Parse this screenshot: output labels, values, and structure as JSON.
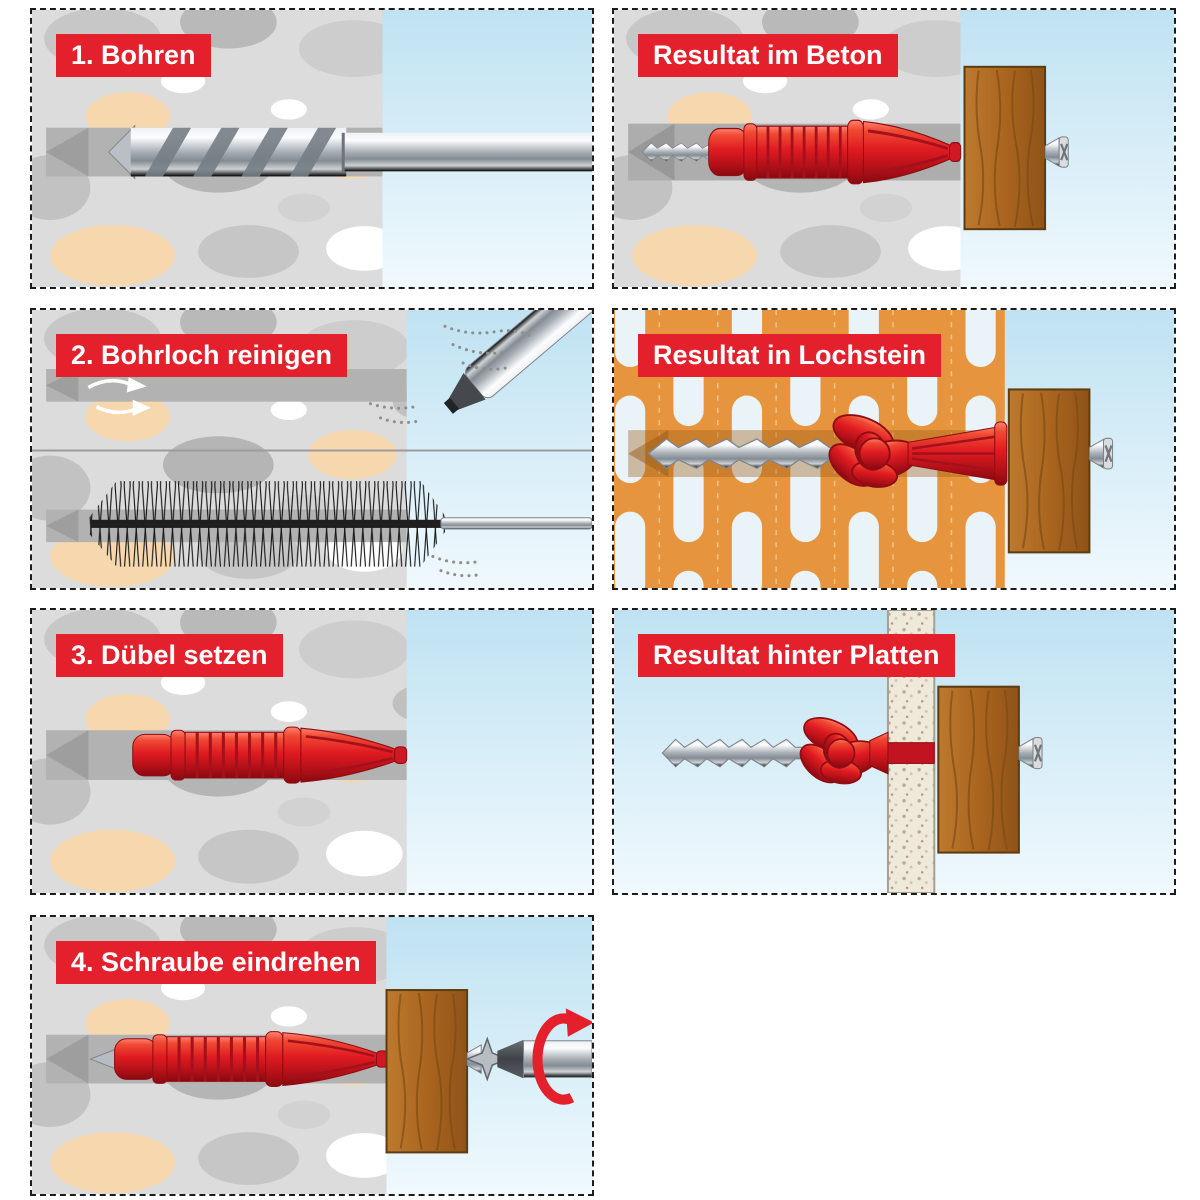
{
  "colors": {
    "label_background": "#e4202c",
    "label_text": "#ffffff",
    "anchor_red": "#e01b22",
    "concrete_gray": "#dcdcdc",
    "stone_beige": "#f6d7ae",
    "background_blue": "#bfe2f2",
    "hollow_brick_orange": "#e6953e",
    "wood_brown": "#aa651f",
    "metal_gray": "#a7aeb4"
  },
  "panels": [
    {
      "id": "step-1",
      "label": "1. Bohren",
      "objects": [
        "concrete-wall",
        "drill-hole",
        "drill-bit-icon"
      ]
    },
    {
      "id": "step-2",
      "label": "2. Bohrloch reinigen",
      "objects": [
        "concrete-wall",
        "drill-hole",
        "air-swirl-arrows-icon",
        "blowout-pump-icon",
        "dust-particles-icon",
        "cleaning-brush-icon"
      ]
    },
    {
      "id": "step-3",
      "label": "3. Dübel setzen",
      "objects": [
        "concrete-wall",
        "drill-hole",
        "anchor-icon"
      ]
    },
    {
      "id": "step-4",
      "label": "4. Schraube eindrehen",
      "objects": [
        "concrete-wall",
        "anchor-icon",
        "screw-icon",
        "wood-board-icon",
        "screwdriver-icon",
        "rotation-arrow-icon"
      ]
    },
    {
      "id": "result-concrete",
      "label": "Resultat im Beton",
      "objects": [
        "concrete-wall",
        "anchor-expanded-icon",
        "screw-icon",
        "wood-board-icon"
      ]
    },
    {
      "id": "result-hollow-brick",
      "label": "Resultat in Lochstein",
      "objects": [
        "hollow-brick-wall",
        "anchor-knot-icon",
        "screw-icon",
        "wood-board-icon"
      ]
    },
    {
      "id": "result-behind-panel",
      "label": "Resultat hinter Platten",
      "objects": [
        "panel-board",
        "anchor-knot-icon",
        "screw-icon",
        "wood-board-icon"
      ]
    }
  ]
}
